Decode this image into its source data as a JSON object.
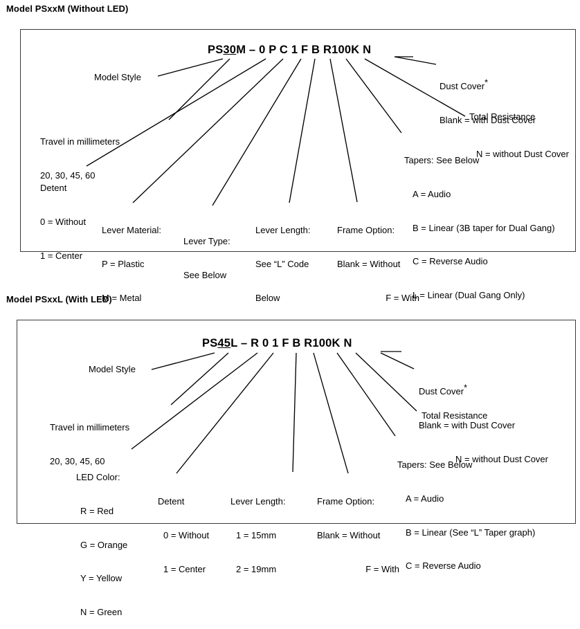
{
  "document": {
    "type": "part-number-breakdown-diagram",
    "sections": [
      {
        "title": "Model PSxxM (Without LED)",
        "part_number": {
          "prefix": "PS",
          "underlined": "30",
          "suffix": "M",
          "dash": "–",
          "fields": [
            "0",
            "P",
            "C",
            "1",
            "F",
            "B",
            "R100K",
            "N"
          ],
          "full": "PS30M – 0 P C 1 F B R100K N"
        },
        "callouts": [
          {
            "name": "model-style",
            "lines": [
              "Model Style"
            ]
          },
          {
            "name": "travel",
            "lines": [
              "Travel in millimeters",
              "20, 30, 45, 60"
            ]
          },
          {
            "name": "detent",
            "lines": [
              "Detent",
              "0 = Without",
              "1 = Center"
            ]
          },
          {
            "name": "lever-material",
            "lines": [
              "Lever Material:",
              "P = Plastic",
              "M = Metal"
            ]
          },
          {
            "name": "lever-type",
            "lines": [
              "Lever Type:",
              "See Below"
            ]
          },
          {
            "name": "lever-length",
            "lines": [
              "Lever Length:",
              "See “L” Code",
              "Below"
            ]
          },
          {
            "name": "frame-option",
            "lines": [
              "Frame Option:",
              "Blank = Without",
              "F = With"
            ]
          },
          {
            "name": "tapers",
            "lines": [
              "Tapers: See Below",
              "A = Audio",
              "B = Linear (3B taper for Dual Gang)",
              "C = Reverse Audio",
              "L = Linear (Dual Gang Only)"
            ]
          },
          {
            "name": "total-resistance",
            "lines": [
              "Total Resistance"
            ]
          },
          {
            "name": "dust-cover",
            "lines": [
              "Dust Cover *",
              "Blank = with Dust Cover",
              "N = without Dust Cover"
            ]
          }
        ]
      },
      {
        "title": "Model PSxxL (With LED)",
        "part_number": {
          "prefix": "PS",
          "underlined": "45",
          "suffix": "L",
          "dash": "–",
          "fields": [
            "R",
            "0",
            "1",
            "F",
            "B",
            "R100K",
            "N"
          ],
          "full": "PS45L – R 0 1 F B R100K N"
        },
        "callouts": [
          {
            "name": "model-style",
            "lines": [
              "Model Style"
            ]
          },
          {
            "name": "travel",
            "lines": [
              "Travel in millimeters",
              "20, 30, 45, 60"
            ]
          },
          {
            "name": "led-color",
            "lines": [
              "LED Color:",
              "R = Red",
              "G = Orange",
              "Y = Yellow",
              "N = Green"
            ]
          },
          {
            "name": "detent",
            "lines": [
              "Detent",
              "0 = Without",
              "1 = Center"
            ]
          },
          {
            "name": "lever-length",
            "lines": [
              "Lever Length:",
              "1 = 15mm",
              "2 = 19mm"
            ]
          },
          {
            "name": "frame-option",
            "lines": [
              "Frame Option:",
              "Blank = Without",
              "F = With"
            ]
          },
          {
            "name": "tapers",
            "lines": [
              "Tapers: See Below",
              "A = Audio",
              "B = Linear (See “L” Taper graph)",
              "C = Reverse Audio"
            ]
          },
          {
            "name": "total-resistance",
            "lines": [
              "Total Resistance"
            ]
          },
          {
            "name": "dust-cover",
            "lines": [
              "Dust Cover *",
              "Blank = with Dust Cover",
              "N = without Dust Cover"
            ]
          }
        ]
      }
    ]
  },
  "s1": {
    "title": "Model PSxxM (Without LED)",
    "pn": {
      "pre": "PS",
      "mid": "30",
      "post": "M – 0 P C 1 F B R100K N"
    },
    "model_style": "Model Style",
    "travel_1": "Travel in millimeters",
    "travel_2": "20, 30, 45, 60",
    "detent_1": "Detent",
    "detent_2": "0 = Without",
    "detent_3": "1 = Center",
    "lever_material_1": "Lever Material:",
    "lever_material_2": "P = Plastic",
    "lever_material_3": "M = Metal",
    "lever_type_1": "Lever Type:",
    "lever_type_2": "See Below",
    "lever_length_1": "Lever Length:",
    "lever_length_2": "See “L” Code",
    "lever_length_3": "Below",
    "frame_1": "Frame Option:",
    "frame_2": "Blank = Without",
    "frame_3": "F = With",
    "tapers_1": "Tapers: See Below",
    "tapers_2": "A = Audio",
    "tapers_3": "B = Linear (3B taper for Dual Gang)",
    "tapers_4": "C = Reverse Audio",
    "tapers_5": "L = Linear (Dual Gang Only)",
    "total_resistance": "Total Resistance",
    "dust_cover_1": "Dust Cover",
    "dust_cover_star": "*",
    "dust_cover_2": "Blank = with Dust Cover",
    "dust_cover_3": "N = without Dust Cover"
  },
  "s2": {
    "title": "Model PSxxL (With LED)",
    "pn": {
      "pre": "PS",
      "mid": "45",
      "post": "L – R 0 1 F B R100K N"
    },
    "model_style": "Model Style",
    "travel_1": "Travel in millimeters",
    "travel_2": "20, 30, 45, 60",
    "led_1": "LED Color:",
    "led_2": "R = Red",
    "led_3": "G = Orange",
    "led_4": "Y = Yellow",
    "led_5": "N = Green",
    "detent_1": "Detent",
    "detent_2": "0 = Without",
    "detent_3": "1 = Center",
    "lever_length_1": "Lever Length:",
    "lever_length_2": "1 = 15mm",
    "lever_length_3": "2 = 19mm",
    "frame_1": "Frame Option:",
    "frame_2": "Blank = Without",
    "frame_3": "F = With",
    "tapers_1": "Tapers: See Below",
    "tapers_2": "A = Audio",
    "tapers_3": "B = Linear (See “L” Taper graph)",
    "tapers_4": "C = Reverse Audio",
    "total_resistance": "Total Resistance",
    "dust_cover_1": "Dust Cover",
    "dust_cover_star": "*",
    "dust_cover_2": "Blank = with Dust Cover",
    "dust_cover_3": "N = without Dust Cover"
  },
  "colors": {
    "text": "#000000",
    "border": "#3a3a3a",
    "background": "#ffffff",
    "leader": "#000000"
  }
}
